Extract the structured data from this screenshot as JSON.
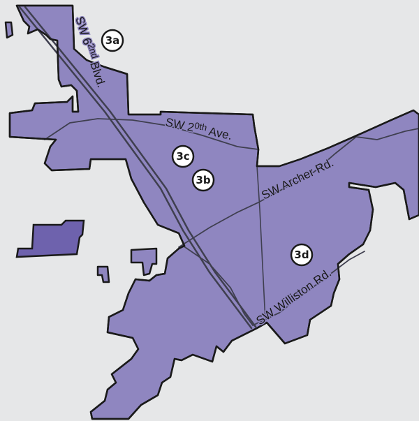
{
  "colors": {
    "background": "#e6e7e8",
    "district_fill": "#8f86c0",
    "district_fill_dark": "#6e62ad",
    "outline": "#1a1a1a",
    "road": "#3f3f4f",
    "badge_fill": "#ffffff"
  },
  "roads": {
    "sw_62nd": {
      "prefix": "SW 6",
      "sup": "2nd",
      "suffix": " Blvd."
    },
    "sw_20th": {
      "prefix": "SW 2",
      "sup": "0th",
      "suffix": " Ave."
    },
    "sw_archer": "SW Archer Rd.",
    "sw_williston": "SW Williston Rd."
  },
  "districts": [
    {
      "id": "3a",
      "label": "3a"
    },
    {
      "id": "3b",
      "label": "3b"
    },
    {
      "id": "3c",
      "label": "3c"
    },
    {
      "id": "3d",
      "label": "3d"
    }
  ]
}
